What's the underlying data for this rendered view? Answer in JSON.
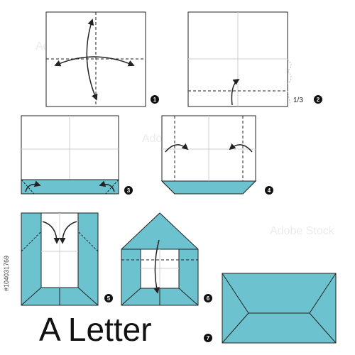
{
  "title": "A Letter",
  "fold_ratio_label": "1/3",
  "step_numbers": [
    "1",
    "2",
    "3",
    "4",
    "5",
    "6",
    "7"
  ],
  "stock_id": "#104031769",
  "watermark": "Adobe Stock",
  "colors": {
    "paper_color": "#6cc3cf",
    "envelope_color": "#6cc3cf",
    "line_color": "#222222",
    "crease_color": "#cfcfcf",
    "badge_color": "#111111"
  }
}
